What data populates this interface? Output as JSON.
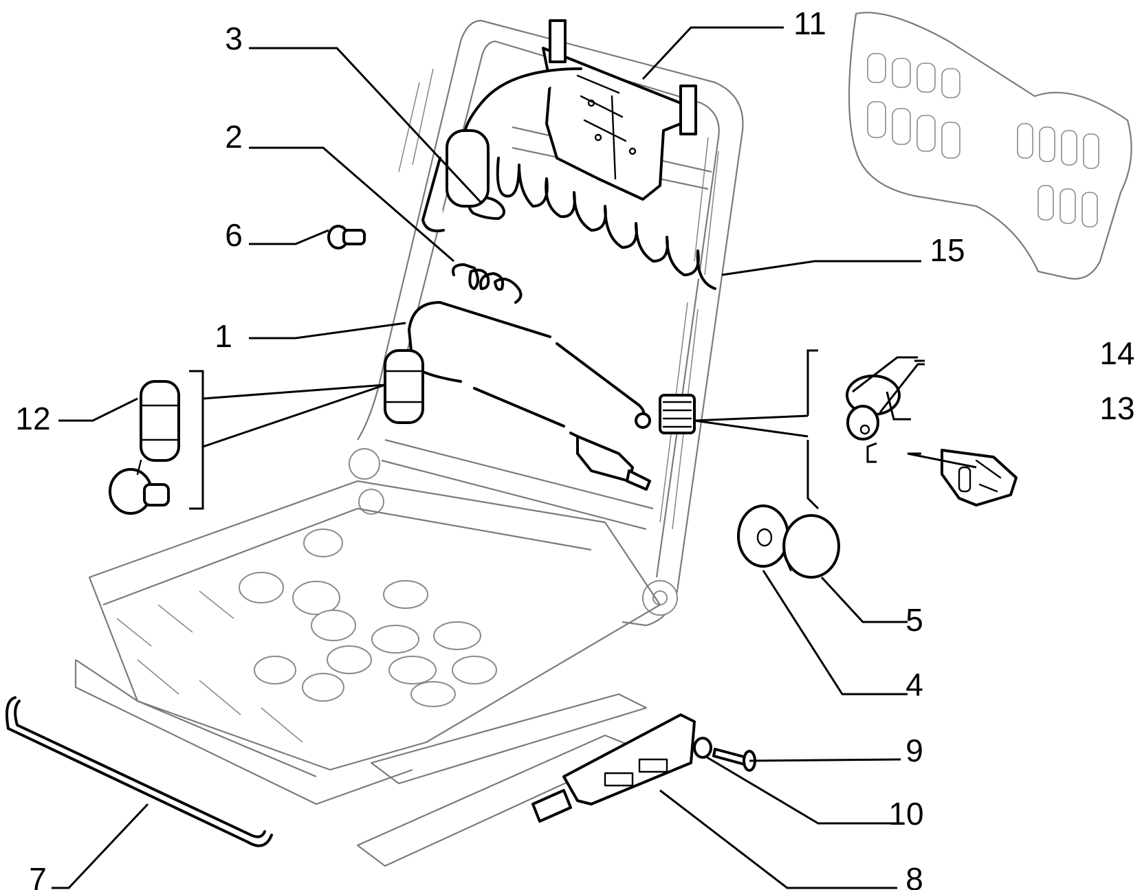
{
  "diagram": {
    "callouts": [
      {
        "id": "c1",
        "number": "1"
      },
      {
        "id": "c2",
        "number": "2"
      },
      {
        "id": "c3",
        "number": "3"
      },
      {
        "id": "c4",
        "number": "4"
      },
      {
        "id": "c5",
        "number": "5"
      },
      {
        "id": "c6",
        "number": "6"
      },
      {
        "id": "c7",
        "number": "7"
      },
      {
        "id": "c8",
        "number": "8"
      },
      {
        "id": "c9",
        "number": "9"
      },
      {
        "id": "c10",
        "number": "10"
      },
      {
        "id": "c11",
        "number": "11"
      },
      {
        "id": "c12",
        "number": "12"
      },
      {
        "id": "c13",
        "number": "13"
      },
      {
        "id": "c14",
        "number": "14"
      },
      {
        "id": "c15",
        "number": "15"
      }
    ],
    "parts": {
      "p1": "pneumatic-tube-assembly",
      "p2": "tension-spring",
      "p3": "clip",
      "p4": "washer",
      "p5": "knob",
      "p6": "push-pin",
      "p7": "rubber-trim-strip",
      "p8": "seat-rail-adjuster",
      "p9": "screw",
      "p10": "nut",
      "p11": "headrest-bracket",
      "p12": "lumbar-pump",
      "p13": "mounting-bracket",
      "p14": "adjustment-knob",
      "p15": "zig-zag-spring"
    },
    "colors": {
      "line": "#000000",
      "frame": "#7a7a7a",
      "background": "#ffffff"
    }
  }
}
